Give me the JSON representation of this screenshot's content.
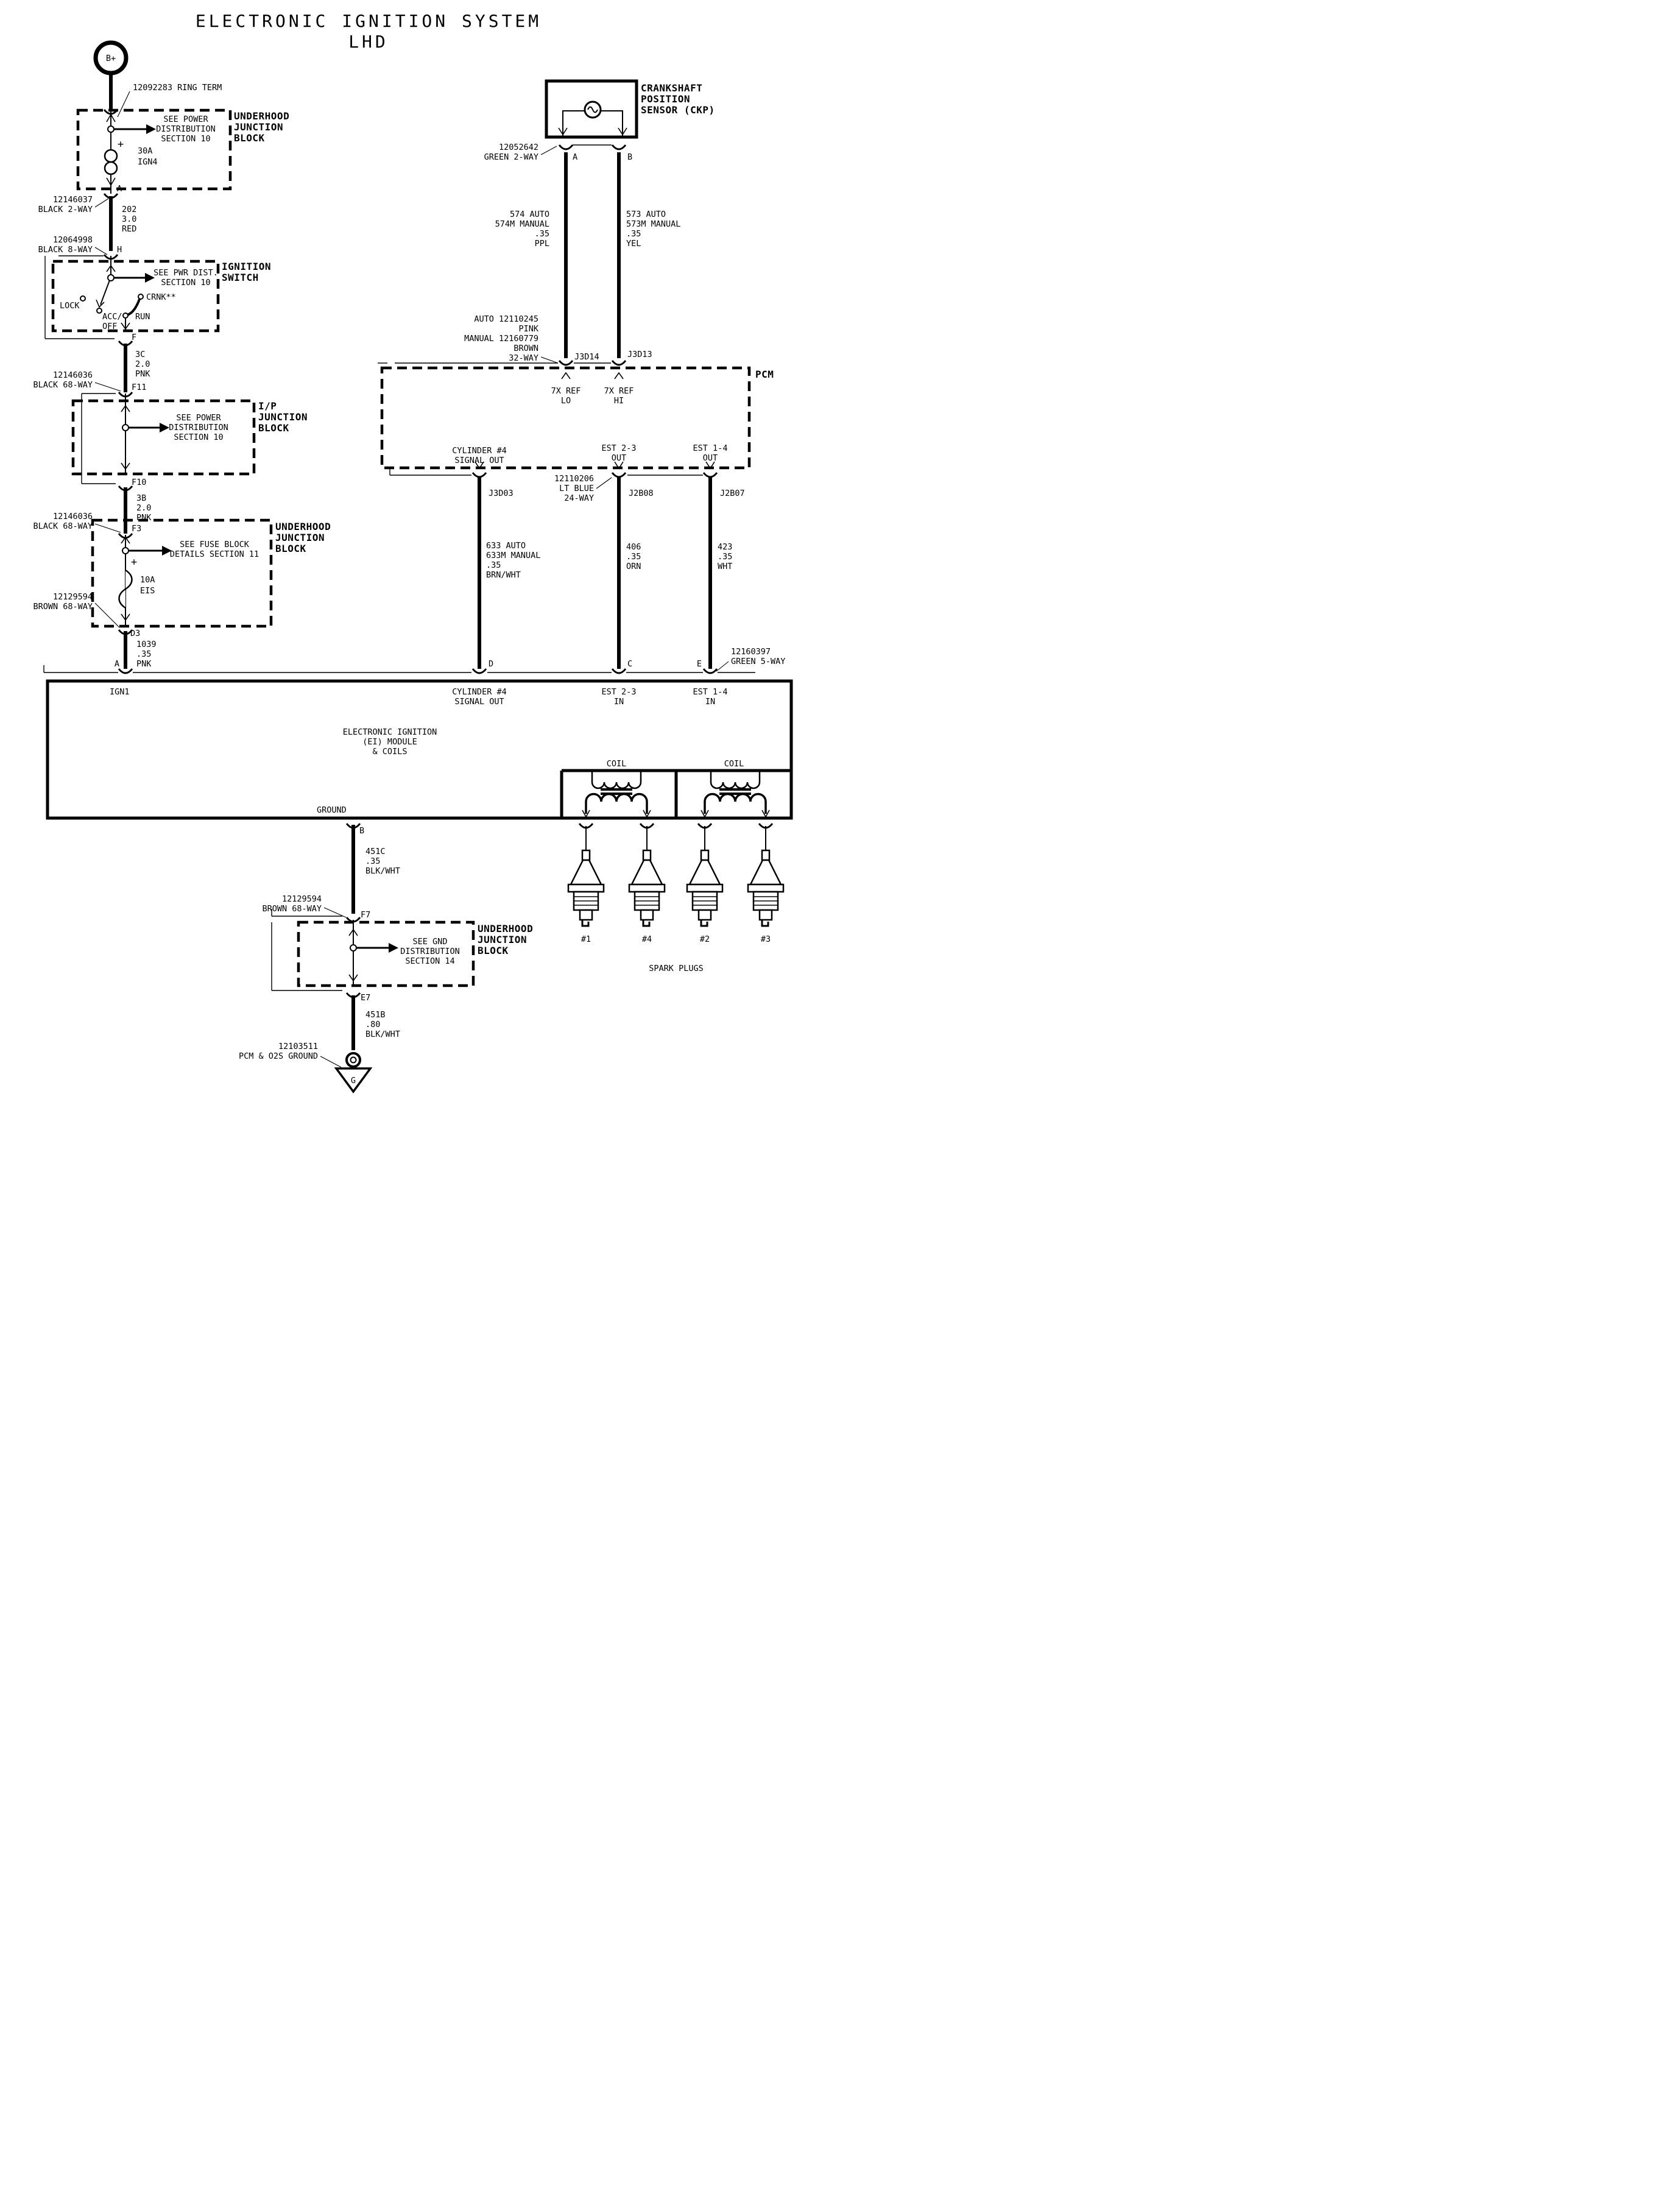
{
  "title": {
    "line1": "ELECTRONIC IGNITION SYSTEM",
    "line2": "LHD"
  },
  "battery": {
    "terminal": "B+",
    "ring_term": "12092283 RING TERM"
  },
  "ujb1": {
    "name": [
      "UNDERHOOD",
      "JUNCTION",
      "BLOCK"
    ],
    "note": [
      "SEE POWER",
      "DISTRIBUTION",
      "SECTION 10"
    ],
    "plus": "+",
    "fuse": [
      "30A",
      "IGN4"
    ],
    "pin_out": "A"
  },
  "conn_black2way": {
    "lines": [
      "12146037",
      "BLACK 2-WAY"
    ]
  },
  "wire_202": [
    "202",
    "3.0",
    "RED"
  ],
  "conn_black8way": {
    "lines": [
      "12064998",
      "BLACK 8-WAY"
    ],
    "pin": "H"
  },
  "ignition_switch": {
    "name": [
      "IGNITION",
      "SWITCH"
    ],
    "note": [
      "SEE PWR DIST.",
      "SECTION 10"
    ],
    "lock": "LOCK",
    "acc": [
      "ACC/",
      "OFF"
    ],
    "run": "RUN",
    "crnk": "CRNK**",
    "pin_out": "F"
  },
  "wire_3c": [
    "3C",
    "2.0",
    "PNK"
  ],
  "conn_black68way_1": {
    "lines": [
      "12146036",
      "BLACK 68-WAY"
    ],
    "pin": "F11"
  },
  "ip_block": {
    "name": [
      "I/P",
      "JUNCTION",
      "BLOCK"
    ],
    "note": [
      "SEE POWER",
      "DISTRIBUTION",
      "SECTION 10"
    ],
    "pin_out": "F10"
  },
  "wire_3b": [
    "3B",
    "2.0",
    "PNK"
  ],
  "conn_black68way_2": {
    "lines": [
      "12146036",
      "BLACK 68-WAY"
    ],
    "pin": "F3"
  },
  "ujb2": {
    "name": [
      "UNDERHOOD",
      "JUNCTION",
      "BLOCK"
    ],
    "note": [
      "SEE FUSE BLOCK",
      "DETAILS SECTION 11"
    ],
    "plus": "+",
    "fuse": [
      "10A",
      "EIS"
    ]
  },
  "conn_brown68way_1": {
    "lines": [
      "12129594",
      "BROWN 68-WAY"
    ],
    "pin": "D3"
  },
  "wire_1039": [
    "1039",
    ".35",
    "PNK"
  ],
  "ckp": {
    "name": [
      "CRANKSHAFT",
      "POSITION",
      "SENSOR (CKP)"
    ]
  },
  "conn_green2way": {
    "lines": [
      "12052642",
      "GREEN 2-WAY"
    ],
    "pin_a": "A",
    "pin_b": "B"
  },
  "wire_574": [
    "574 AUTO",
    "574M MANUAL",
    ".35",
    "PPL"
  ],
  "wire_573": [
    "573 AUTO",
    "573M MANUAL",
    ".35",
    "YEL"
  ],
  "conn_32way": {
    "lines": [
      "AUTO 12110245",
      "PINK",
      "MANUAL 12160779",
      "BROWN",
      "32-WAY"
    ],
    "pin_left": "J3D14",
    "pin_right": "J3D13"
  },
  "pcm": {
    "name": "PCM",
    "ref_lo": [
      "7X REF",
      "LO"
    ],
    "ref_hi": [
      "7X REF",
      "HI"
    ],
    "cyl_out": [
      "CYLINDER #4",
      "SIGNAL OUT"
    ],
    "est23_out": [
      "EST 2-3",
      "OUT"
    ],
    "est14_out": [
      "EST 1-4",
      "OUT"
    ]
  },
  "conn_24way": {
    "lines": [
      "12110206",
      "LT BLUE",
      "24-WAY"
    ],
    "pin_d": "J3D03",
    "pin_c": "J2B08",
    "pin_e": "J2B07"
  },
  "wire_633": [
    "633 AUTO",
    "633M MANUAL",
    ".35",
    "BRN/WHT"
  ],
  "wire_406": [
    "406",
    ".35",
    "ORN"
  ],
  "wire_423": [
    "423",
    ".35",
    "WHT"
  ],
  "conn_green5way": {
    "lines": [
      "12160397",
      "GREEN 5-WAY"
    ],
    "pin_a": "A",
    "pin_d": "D",
    "pin_c": "C",
    "pin_e": "E"
  },
  "module": {
    "ign1": "IGN1",
    "cyl_in": [
      "CYLINDER #4",
      "SIGNAL OUT"
    ],
    "est23_in": [
      "EST 2-3",
      "IN"
    ],
    "est14_in": [
      "EST 1-4",
      "IN"
    ],
    "name": [
      "ELECTRONIC IGNITION",
      "(EI) MODULE",
      "& COILS"
    ],
    "ground": "GROUND",
    "coil_left": "COIL",
    "coil_right": "COIL",
    "pin_b": "B"
  },
  "wire_451c": [
    "451C",
    ".35",
    "BLK/WHT"
  ],
  "conn_brown68way_2": {
    "lines": [
      "12129594",
      "BROWN 68-WAY"
    ],
    "pin": "F7"
  },
  "ujb3": {
    "name": [
      "UNDERHOOD",
      "JUNCTION",
      "BLOCK"
    ],
    "note": [
      "SEE GND",
      "DISTRIBUTION",
      "SECTION 14"
    ],
    "pin_out": "E7"
  },
  "wire_451b": [
    "451B",
    ".80",
    "BLK/WHT"
  ],
  "ground": {
    "lines": [
      "12103511",
      "PCM & O2S GROUND"
    ],
    "symbol": "G"
  },
  "spark_plugs": {
    "labels": [
      "#1",
      "#4",
      "#2",
      "#3"
    ],
    "caption": "SPARK PLUGS"
  }
}
